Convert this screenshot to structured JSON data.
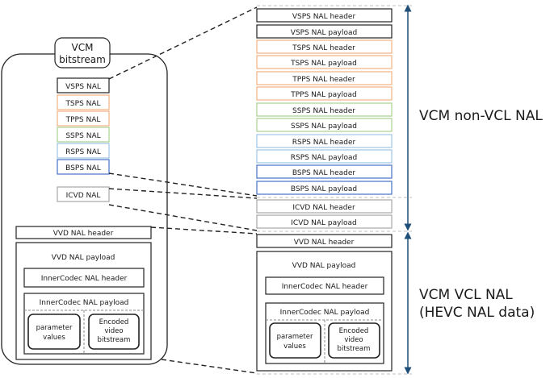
{
  "stream": {
    "title_line1": "VCM",
    "title_line2": "bitstream",
    "nals": [
      {
        "label": "VSPS NAL",
        "color": "#222222"
      },
      {
        "label": "TSPS NAL",
        "color": "#f4b183"
      },
      {
        "label": "TPPS NAL",
        "color": "#f4b183"
      },
      {
        "label": "SSPS NAL",
        "color": "#a9d18e"
      },
      {
        "label": "RSPS NAL",
        "color": "#9dc3e6"
      },
      {
        "label": "BSPS NAL",
        "color": "#4472c4"
      }
    ],
    "icvd": {
      "label": "ICVD NAL",
      "color": "#a6a6a6"
    },
    "vvd_header": "VVD NAL header",
    "vvd_payload": "VVD NAL payload",
    "inner_header": "InnerCodec NAL header",
    "inner_payload": "InnerCodec NAL payload",
    "param_line1": "parameter",
    "param_line2": "values",
    "enc_line1": "Encoded",
    "enc_line2": "video",
    "enc_line3": "bitstream"
  },
  "expanded": {
    "rows": [
      {
        "label": "VSPS NAL header",
        "color": "#222222"
      },
      {
        "label": "VSPS NAL payload",
        "color": "#222222"
      },
      {
        "label": "TSPS NAL header",
        "color": "#f4b183"
      },
      {
        "label": "TSPS NAL payload",
        "color": "#f4b183"
      },
      {
        "label": "TPPS NAL header",
        "color": "#f4b183"
      },
      {
        "label": "TPPS NAL payload",
        "color": "#f4b183"
      },
      {
        "label": "SSPS NAL header",
        "color": "#a9d18e"
      },
      {
        "label": "SSPS NAL payload",
        "color": "#a9d18e"
      },
      {
        "label": "RSPS NAL header",
        "color": "#9dc3e6"
      },
      {
        "label": "RSPS NAL payload",
        "color": "#9dc3e6"
      },
      {
        "label": "BSPS NAL header",
        "color": "#4472c4"
      },
      {
        "label": "BSPS NAL payload",
        "color": "#4472c4"
      },
      {
        "label": "ICVD NAL header",
        "color": "#a6a6a6"
      },
      {
        "label": "ICVD NAL payload",
        "color": "#a6a6a6"
      }
    ],
    "vvd_header": "VVD NAL header",
    "vvd_payload": "VVD NAL payload",
    "inner_header": "InnerCodec NAL header",
    "inner_payload": "InnerCodec NAL payload",
    "param_line1": "parameter",
    "param_line2": "values",
    "enc_line1": "Encoded",
    "enc_line2": "video",
    "enc_line3": "bitstream"
  },
  "labels": {
    "non_vcl": "VCM non-VCL NAL",
    "vcl_line1": "VCM VCL NAL",
    "vcl_line2": "(HEVC NAL data)"
  },
  "colors": {
    "arrow": "#1f4e79",
    "separator": "#bfbfbf",
    "outline": "#222222"
  }
}
